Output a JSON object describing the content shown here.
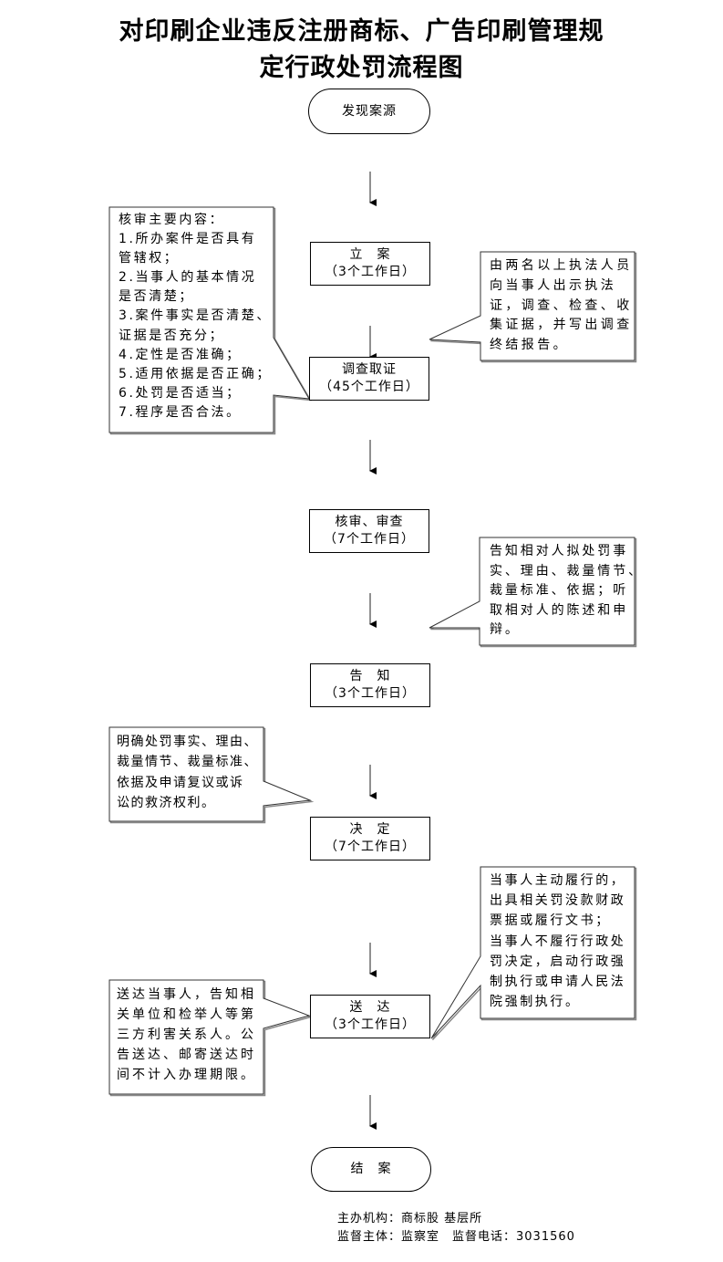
{
  "title": {
    "line1": "对印刷企业违反注册商标、广告印刷管理规",
    "line2": "定行政处罚流程图"
  },
  "flow": {
    "start": "发现案源",
    "steps": [
      {
        "label": "立　案",
        "duration": "（3个工作日）"
      },
      {
        "label": "调查取证",
        "duration": "（45个工作日）"
      },
      {
        "label": "核审、审查",
        "duration": "（7个工作日）"
      },
      {
        "label": "告　知",
        "duration": "（3个工作日）"
      },
      {
        "label": "决　定",
        "duration": "（7个工作日）"
      },
      {
        "label": "送　达",
        "duration": "（3个工作日）"
      }
    ],
    "end": "结　案"
  },
  "notes": {
    "review": {
      "lines": [
        "核审主要内容：",
        "1.所办案件是否具有",
        "管辖权；",
        "2.当事人的基本情况",
        "是否清楚；",
        "3.案件事实是否清楚、",
        "证据是否充分；",
        "4.定性是否准确；",
        "5.适用依据是否正确；",
        "6.处罚是否适当；",
        "7.程序是否合法。"
      ]
    },
    "investigation": {
      "lines": [
        "由两名以上执法人员",
        "向当事人出示执法",
        "证，调查、检查、收",
        "集证据，并写出调查",
        "终结报告。"
      ]
    },
    "notification": {
      "lines": [
        "告知相对人拟处罚事",
        "实、理由、裁量情节、",
        "裁量标准、依据；听",
        "取相对人的陈述和申",
        "辩。"
      ]
    },
    "decision": {
      "lines": [
        "明确处罚事实、理由、",
        "裁量情节、裁量标准、",
        "依据及申请复议或诉",
        "讼的救济权利。"
      ]
    },
    "execution": {
      "lines": [
        "当事人主动履行的，",
        "出具相关罚没款财政",
        "票据或履行文书；",
        "当事人不履行行政处",
        "罚决定，启动行政强",
        "制执行或申请人民法",
        "院强制执行。"
      ]
    },
    "service": {
      "lines": [
        "送达当事人，告知相",
        "关单位和检举人等第",
        "三方利害关系人。公",
        "告送达、邮寄送达时",
        "间不计入办理期限。"
      ]
    }
  },
  "footer": {
    "organizer": "主办机构：商标股 基层所",
    "supervision": "监督主体：监察室　监督电话：3031560"
  }
}
